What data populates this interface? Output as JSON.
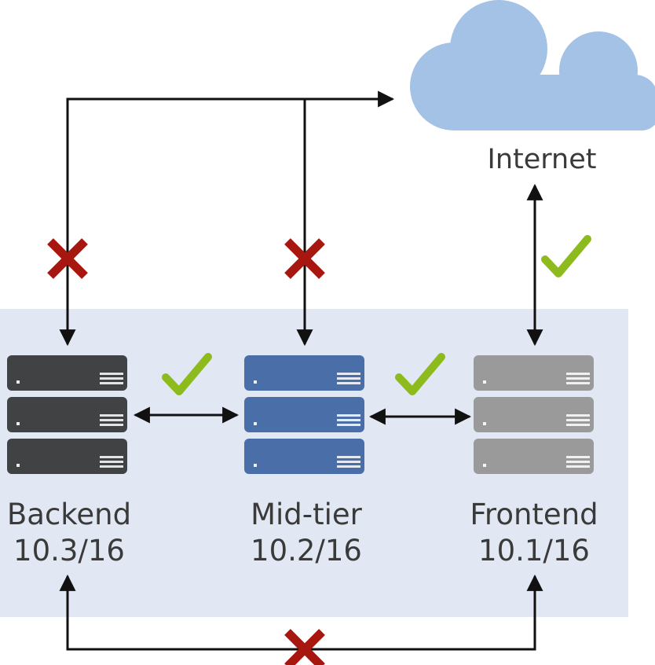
{
  "internet": {
    "label": "Internet",
    "icon": "cloud-icon",
    "color": "#a4c1e6"
  },
  "network_area": {
    "color": "#e2e8f3"
  },
  "tiers": [
    {
      "key": "backend",
      "name": "Backend",
      "cidr": "10.3/16",
      "color": "#414244"
    },
    {
      "key": "midtier",
      "name": "Mid-tier",
      "cidr": "10.2/16",
      "color": "#4a6ea8"
    },
    {
      "key": "frontend",
      "name": "Frontend",
      "cidr": "10.1/16",
      "color": "#9a9a9a"
    }
  ],
  "connections": [
    {
      "from": "backend",
      "to": "internet",
      "allowed": false
    },
    {
      "from": "midtier",
      "to": "internet",
      "allowed": false
    },
    {
      "from": "frontend",
      "to": "internet",
      "allowed": true
    },
    {
      "from": "backend",
      "to": "midtier",
      "allowed": true
    },
    {
      "from": "midtier",
      "to": "frontend",
      "allowed": true
    },
    {
      "from": "backend",
      "to": "frontend",
      "allowed": false
    }
  ],
  "status_colors": {
    "allowed": "#8dbb1d",
    "denied": "#a8170f",
    "line": "#111111"
  }
}
